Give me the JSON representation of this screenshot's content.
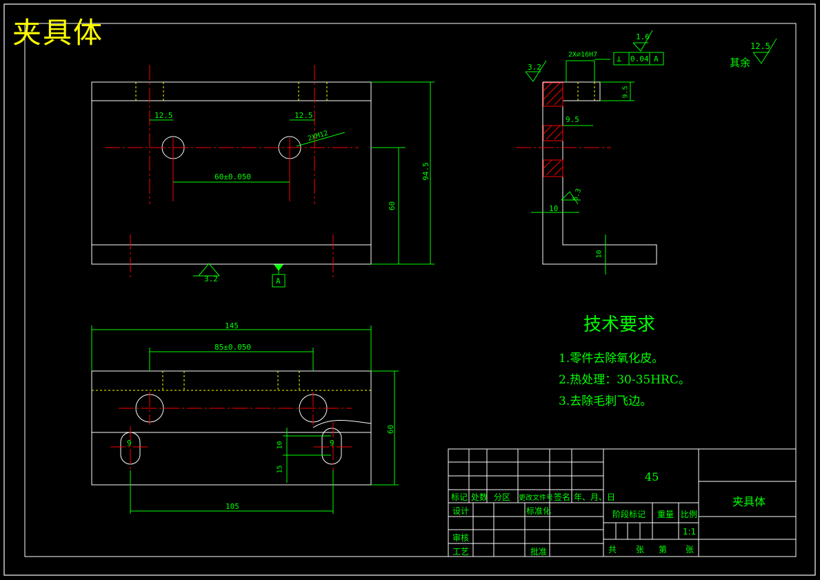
{
  "title": "夹具体",
  "tech_req": {
    "heading": "技术要求",
    "items": [
      "1.零件去除氧化皮。",
      "2.热处理：30-35HRC。",
      "3.去除毛刺飞边。"
    ]
  },
  "roughness": {
    "remaining_label": "其余",
    "remaining_value": "12.5",
    "side_top": "3.2",
    "side_top2": "1.6",
    "side_mid": "6.3",
    "front_bottom": "3.2"
  },
  "tolerance_frame": {
    "symbol": "⊥",
    "value": "0.04",
    "datum": "A"
  },
  "datum_label": "A",
  "dims_front": {
    "hole_left": "12.5",
    "hole_right": "12.5",
    "thread": "2XM12",
    "spacing": "60±0.050",
    "height_60": "60",
    "height_total": "94.5"
  },
  "dims_side": {
    "bore": "2X∅16H7",
    "d9_5a": "9.5",
    "d9_5b": "9.5",
    "d10a": "10",
    "d10b": "10"
  },
  "dims_top": {
    "width": "145",
    "spacing": "85±0.050",
    "depth": "60",
    "slot_left": "9",
    "slot_right": "9",
    "d10": "10",
    "d15": "15",
    "base": "105"
  },
  "title_block": {
    "material": "45",
    "part_name": "夹具体",
    "headers": [
      "标记",
      "处数",
      "分区",
      "更改文件号",
      "签名",
      "年、月、日"
    ],
    "design": "设计",
    "standard": "标准化",
    "stage_mark": "阶段标记",
    "weight": "重量",
    "scale_label": "比例",
    "scale_value": "1:1",
    "review": "审核",
    "process": "工艺",
    "approve": "批准",
    "sheet_total": "共",
    "sheet_zhang1": "张",
    "sheet_no": "第",
    "sheet_zhang2": "张"
  }
}
